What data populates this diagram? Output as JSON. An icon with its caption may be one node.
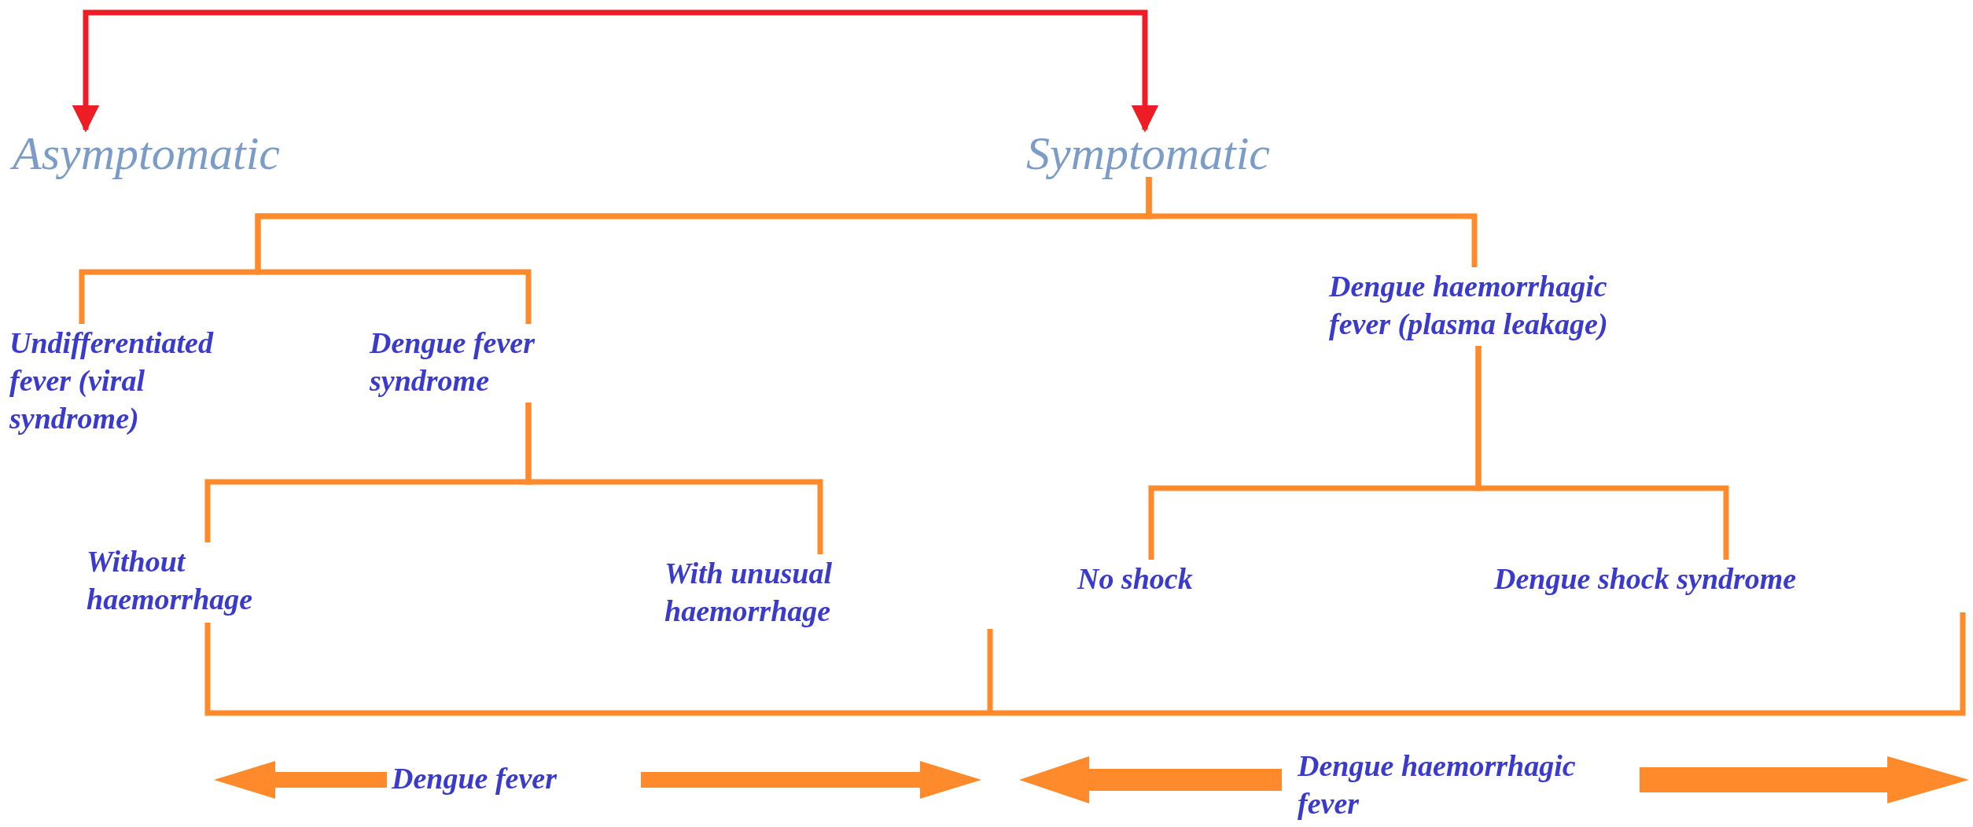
{
  "diagram": {
    "nodes": [
      {
        "text": [
          "Asymptomatic"
        ]
      },
      {
        "text": [
          "Symptomatic"
        ]
      },
      {
        "text": [
          "Undifferentiated fever (viral syndrome)"
        ]
      },
      {
        "text": [
          "Dengue fever syndrome"
        ]
      },
      {
        "text": [
          "Dengue haemorrhagic fever (plasma leakage)"
        ]
      },
      {
        "text": [
          "Without haemorrhage"
        ]
      },
      {
        "text": [
          "With unusual haemorrhage"
        ]
      },
      {
        "text": [
          "No shock"
        ]
      },
      {
        "text": [
          "Dengue shock syndrome"
        ]
      },
      {
        "text": [
          "Dengue fever"
        ]
      },
      {
        "text": [
          "Dengue haemorrhagic fever"
        ]
      }
    ],
    "edges": [
      {
        "from": null,
        "to": 0,
        "arrow": "to",
        "color": "#ee1c25"
      },
      {
        "from": null,
        "to": 1,
        "arrow": "to",
        "color": "#ee1c25"
      },
      {
        "from": 1,
        "to": 2,
        "arrow": "none"
      },
      {
        "from": 1,
        "to": 3,
        "arrow": "none"
      },
      {
        "from": 1,
        "to": 4,
        "arrow": "none"
      },
      {
        "from": 3,
        "to": 5,
        "arrow": "none"
      },
      {
        "from": 3,
        "to": 6,
        "arrow": "none"
      },
      {
        "from": 4,
        "to": 7,
        "arrow": "none"
      },
      {
        "from": 4,
        "to": 8,
        "arrow": "none"
      }
    ]
  }
}
